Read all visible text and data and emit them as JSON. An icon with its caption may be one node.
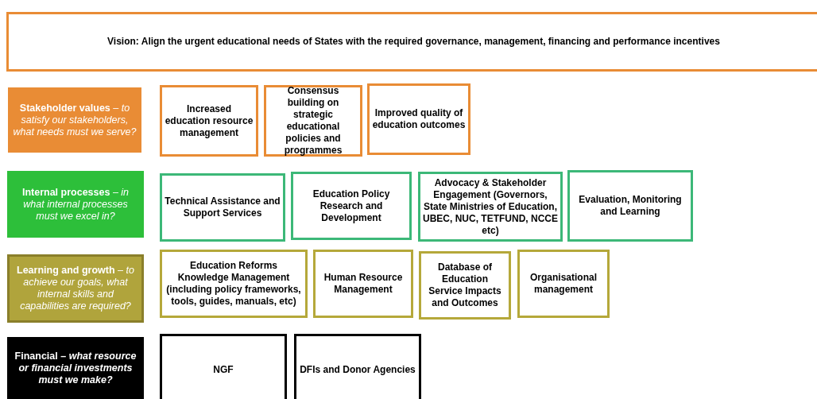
{
  "diagram": {
    "nodes": [
      {
        "text": [
          "Vision: Align the urgent educational needs of States with the required governance, management, financing and performance incentives"
        ]
      },
      {
        "text": [
          "**Stakeholder values** – *to satisfy our stakeholders, what needs must we serve?*"
        ]
      },
      {
        "text": [
          "Increased education resource management"
        ]
      },
      {
        "text": [
          "Consensus building on strategic educational policies and programmes"
        ]
      },
      {
        "text": [
          "Improved quality of education outcomes"
        ]
      },
      {
        "text": [
          "**Internal processes** – *in what internal processes must we excel in?*"
        ]
      },
      {
        "text": [
          "Technical Assistance and Support Services"
        ]
      },
      {
        "text": [
          "Education Policy Research and Development"
        ]
      },
      {
        "text": [
          "Advocacy & Stakeholder Engagement (Governors, State Ministries of Education, UBEC, NUC, TETFUND, NCCE etc)"
        ]
      },
      {
        "text": [
          "Evaluation, Monitoring and Learning"
        ]
      },
      {
        "text": [
          "**Learning and growth** – *to achieve our goals, what internal skills and capabilities are required?*"
        ]
      },
      {
        "text": [
          "Education Reforms Knowledge Management (including policy frameworks, tools, guides, manuals, etc)"
        ]
      },
      {
        "text": [
          "Human Resource Management"
        ]
      },
      {
        "text": [
          "Database of Education Service Impacts and Outcomes"
        ]
      },
      {
        "text": [
          "Organisational management"
        ]
      },
      {
        "text": [
          "Financial – *what resource or financial investments must we make?*"
        ]
      },
      {
        "text": [
          "NGF"
        ]
      },
      {
        "text": [
          "DFIs and Donor Agencies"
        ]
      }
    ],
    "edges": []
  }
}
